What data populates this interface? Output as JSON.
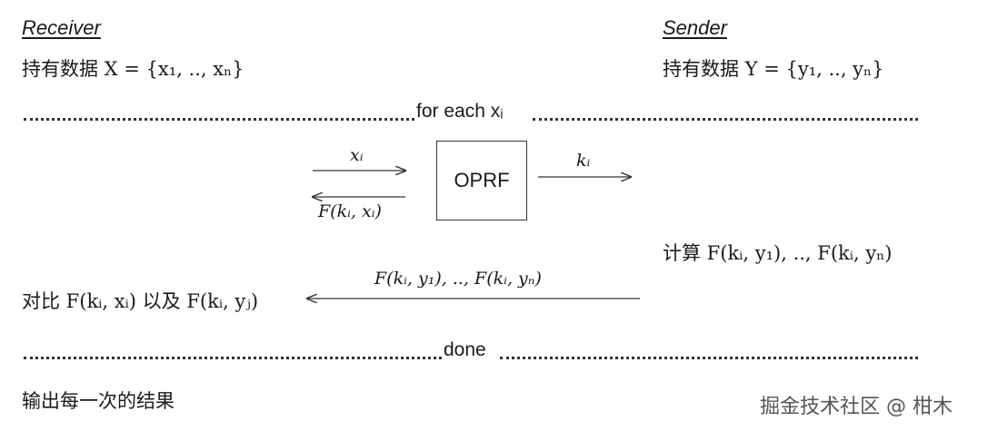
{
  "receiver": {
    "title": "Receiver",
    "holds": "持有数据 X = {x₁, .., xₙ}",
    "compare": "对比 F(kᵢ, xᵢ) 以及 F(kᵢ, yⱼ)",
    "output": "输出每一次的结果"
  },
  "sender": {
    "title": "Sender",
    "holds": "持有数据 Y = {y₁, .., yₙ}",
    "compute": "计算 F(kᵢ, y₁), .., F(kᵢ, yₙ)"
  },
  "loop": {
    "start_label": "for each xᵢ",
    "end_label": "done"
  },
  "oprf": {
    "box_label": "OPRF",
    "input_label": "xᵢ",
    "output_back_label": "F(kᵢ, xᵢ)",
    "key_label": "kᵢ"
  },
  "transfer": {
    "label": "F(kᵢ, y₁), .., F(kᵢ, yₙ)"
  },
  "watermark": "掘金技术社区 @ 柑木"
}
